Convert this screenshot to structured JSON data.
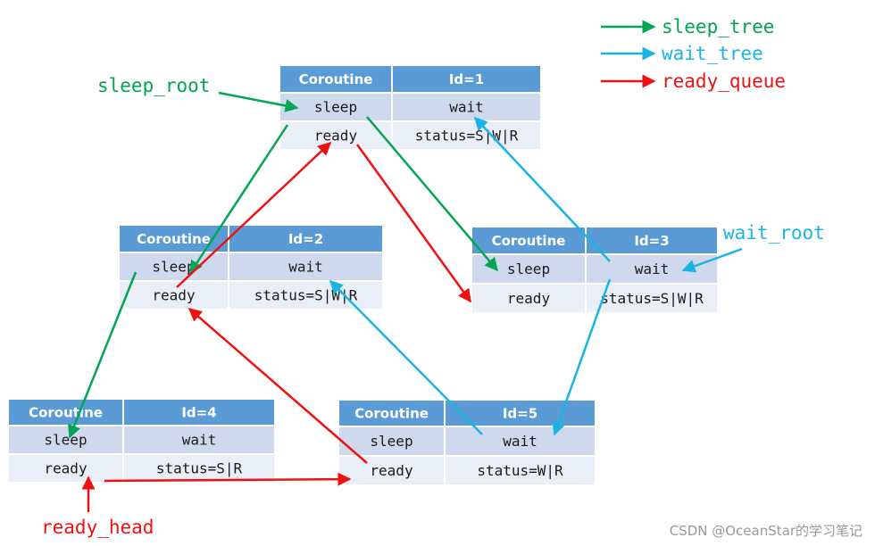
{
  "colors": {
    "header_bg": "#5b9bd5",
    "row1_bg": "#cfd9ed",
    "row2_bg": "#e9eef7",
    "sleep_green": "#00a651",
    "wait_blue": "#19b3e6",
    "ready_red": "#ee1111"
  },
  "legend": [
    {
      "label": "sleep_tree",
      "color": "#00a651"
    },
    {
      "label": "wait_tree",
      "color": "#19b3e6"
    },
    {
      "label": "ready_queue",
      "color": "#ee1111"
    }
  ],
  "labels": {
    "sleep_root": "sleep_root",
    "wait_root": "wait_root",
    "ready_head": "ready_head"
  },
  "nodes": [
    {
      "header": [
        "Coroutine",
        "Id=1"
      ],
      "row1": [
        "sleep",
        "wait"
      ],
      "row2": [
        "ready",
        "status=S|W|R"
      ]
    },
    {
      "header": [
        "Coroutine",
        "Id=2"
      ],
      "row1": [
        "sleep",
        "wait"
      ],
      "row2": [
        "ready",
        "status=S|W|R"
      ]
    },
    {
      "header": [
        "Coroutine",
        "Id=3"
      ],
      "row1": [
        "sleep",
        "wait"
      ],
      "row2": [
        "ready",
        "status=S|W|R"
      ]
    },
    {
      "header": [
        "Coroutine",
        "Id=4"
      ],
      "row1": [
        "sleep",
        "wait"
      ],
      "row2": [
        "ready",
        "status=S|R"
      ]
    },
    {
      "header": [
        "Coroutine",
        "Id=5"
      ],
      "row1": [
        "sleep",
        "wait"
      ],
      "row2": [
        "ready",
        "status=W|R"
      ]
    }
  ],
  "edges": [
    {
      "type": "sleep",
      "from": "sleep_root",
      "to": "node1.sleep"
    },
    {
      "type": "sleep",
      "from": "node1.sleep",
      "to": "node2.sleep"
    },
    {
      "type": "sleep",
      "from": "node1.sleep",
      "to": "node3.sleep"
    },
    {
      "type": "sleep",
      "from": "node2.sleep",
      "to": "node4.sleep"
    },
    {
      "type": "wait",
      "from": "wait_root",
      "to": "node3.wait"
    },
    {
      "type": "wait",
      "from": "node3.wait",
      "to": "node1.wait"
    },
    {
      "type": "wait",
      "from": "node3.wait",
      "to": "node5.wait"
    },
    {
      "type": "wait",
      "from": "node5.wait",
      "to": "node2.wait"
    },
    {
      "type": "ready",
      "from": "ready_head",
      "to": "node4.ready"
    },
    {
      "type": "ready",
      "from": "node4.ready",
      "to": "node5.ready"
    },
    {
      "type": "ready",
      "from": "node5.ready",
      "to": "node2.ready"
    },
    {
      "type": "ready",
      "from": "node2.ready",
      "to": "node1.ready"
    },
    {
      "type": "ready",
      "from": "node1.ready",
      "to": "node3.ready"
    }
  ],
  "watermark": "CSDN @OceanStar的学习笔记"
}
